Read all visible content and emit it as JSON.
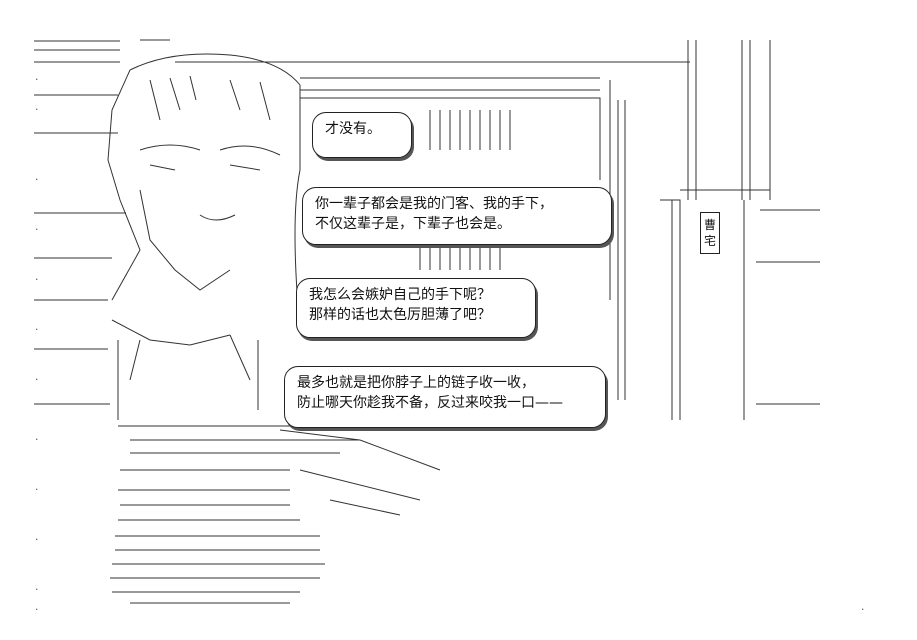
{
  "bubbles": {
    "b1": {
      "line1": "才没有。"
    },
    "b2": {
      "line1": "你一辈子都会是我的门客、我的手下，",
      "line2": "不仅这辈子是，下辈子也会是。"
    },
    "b3": {
      "line1": "我怎么会嫉妒自己的手下呢？",
      "line2": "那样的话也太色厉胆薄了吧？"
    },
    "b4": {
      "line1": "最多也就是把你脖子上的链子收一收，",
      "line2": "防止哪天你趁我不备，反过来咬我一口——"
    }
  },
  "sign": {
    "char1": "曹",
    "char2": "宅"
  }
}
